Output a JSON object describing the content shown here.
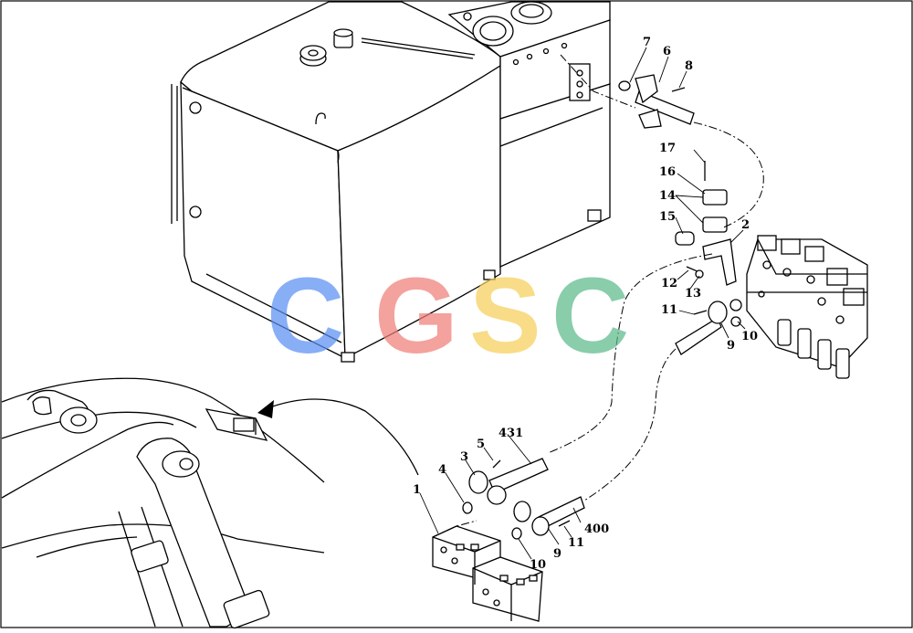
{
  "watermark": {
    "letters": [
      "C",
      "G",
      "S",
      "C"
    ],
    "colors": [
      "#5b8ff3",
      "#ef7f78",
      "#f7cf5a",
      "#5dba8b"
    ]
  },
  "callouts": {
    "c1": "1",
    "c2": "2",
    "c3": "3",
    "c4": "4",
    "c5": "5",
    "c6": "6",
    "c7": "7",
    "c8": "8",
    "c9a": "9",
    "c9b": "9",
    "c10a": "10",
    "c10b": "10",
    "c11a": "11",
    "c11b": "11",
    "c12": "12",
    "c13": "13",
    "c14": "14",
    "c15": "15",
    "c16": "16",
    "c17": "17",
    "c400": "400",
    "c431": "431"
  },
  "icons": [
    "hydraulic-tank-icon",
    "control-valve-icon",
    "boom-arm-icon",
    "valve-block-icon",
    "pipe-clamp-icon",
    "bolt-icon",
    "washer-icon"
  ]
}
